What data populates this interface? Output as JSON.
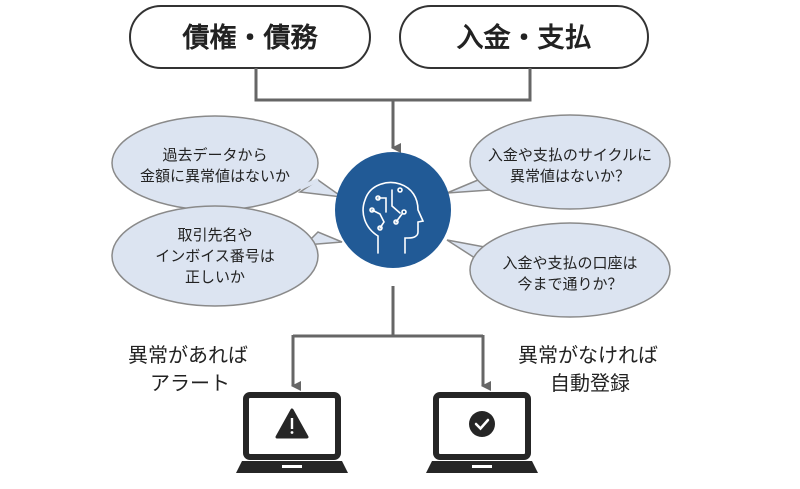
{
  "inputs": {
    "left": "債権・債務",
    "right": "入金・支払"
  },
  "checks": [
    {
      "lines": [
        "過去データから",
        "金額に異常値はないか"
      ]
    },
    {
      "lines": [
        "取引先名や",
        "インボイス番号は",
        "正しいか"
      ]
    },
    {
      "lines": [
        "入金や支払のサイクルに",
        "異常値はないか？"
      ]
    },
    {
      "lines": [
        "入金や支払の口座は",
        "今まで通りか？"
      ]
    }
  ],
  "outcomes": {
    "anomaly": {
      "lines": [
        "異常があれば",
        "アラート"
      ],
      "icon": "warning-icon"
    },
    "normal": {
      "lines": [
        "異常がなければ",
        "自動登録"
      ],
      "icon": "check-icon"
    }
  },
  "colors": {
    "ai_circle": "#215a96",
    "bubble_fill": "#dce4f1",
    "bubble_stroke": "#8a8a8a",
    "connector": "#666666",
    "laptop": "#262626"
  }
}
